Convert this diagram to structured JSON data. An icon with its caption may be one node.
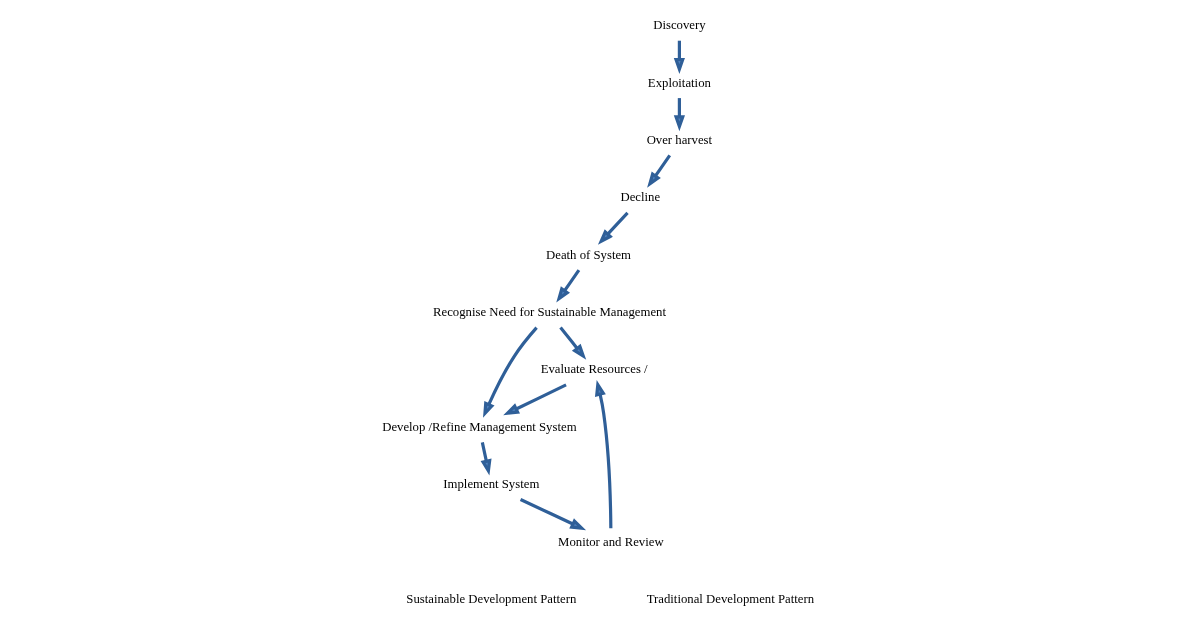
{
  "diagram": {
    "nodes": [
      {
        "text": [
          "Recognise Need for Sustainable Management"
        ]
      },
      {
        "text": [
          "Discovery"
        ]
      },
      {
        "text": [
          "Death of System"
        ]
      },
      {
        "text": [
          "Exploitation"
        ]
      },
      {
        "text": [
          "Decline"
        ]
      },
      {
        "text": [
          "Over harvest"
        ]
      },
      {
        "text": [
          "Evaluate Resources /"
        ]
      },
      {
        "text": [
          "Monitor and Review"
        ]
      },
      {
        "text": [
          "Develop /Refine Management System"
        ]
      },
      {
        "text": [
          "Implement System"
        ]
      }
    ],
    "edges": [
      {
        "from": 1,
        "to": 3,
        "arrow": "to"
      },
      {
        "from": 3,
        "to": 5,
        "arrow": "to"
      },
      {
        "from": 5,
        "to": 4,
        "arrow": "to"
      },
      {
        "from": 4,
        "to": 2,
        "arrow": "to"
      },
      {
        "from": 2,
        "to": 0,
        "arrow": "to"
      },
      {
        "from": 0,
        "to": 6,
        "arrow": "to"
      },
      {
        "from": 0,
        "to": 8,
        "arrow": "to"
      },
      {
        "from": 6,
        "to": 8,
        "arrow": "to"
      },
      {
        "from": 8,
        "to": 9,
        "arrow": "to"
      },
      {
        "from": 9,
        "to": 7,
        "arrow": "to"
      },
      {
        "from": 7,
        "to": 6,
        "arrow": "to"
      }
    ],
    "labels": [
      "Traditional Development Pattern",
      "Sustainable Development Pattern"
    ]
  }
}
